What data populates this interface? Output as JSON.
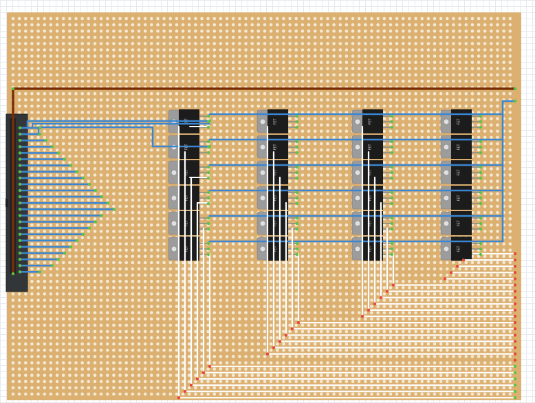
{
  "board": {
    "kind": "stripboard / perfboard layout",
    "colors": {
      "board": "#dcb071",
      "hole_ring": "#f4ead4",
      "hole_center": "#b7975e",
      "power_wire": "#7a2d05",
      "wire_blue": "#3b86d1",
      "wire_white": "#ffffff",
      "pin_green": "#58c642",
      "pin_red": "#e5473a",
      "header_body": "#333638",
      "fet_body": "#1c1c1c",
      "fet_tab": "#9c9c9c"
    }
  },
  "components": {
    "fet_label": "FET",
    "fet_label_column1": "FET",
    "header_name": "pin-header",
    "header_pin_count": 24,
    "fet_columns": 4,
    "fets_per_column": 6
  },
  "wiring": {
    "power_rail": "brown",
    "gate_lines": "blue",
    "drain_outputs": "white",
    "output_pin_count": 24
  }
}
